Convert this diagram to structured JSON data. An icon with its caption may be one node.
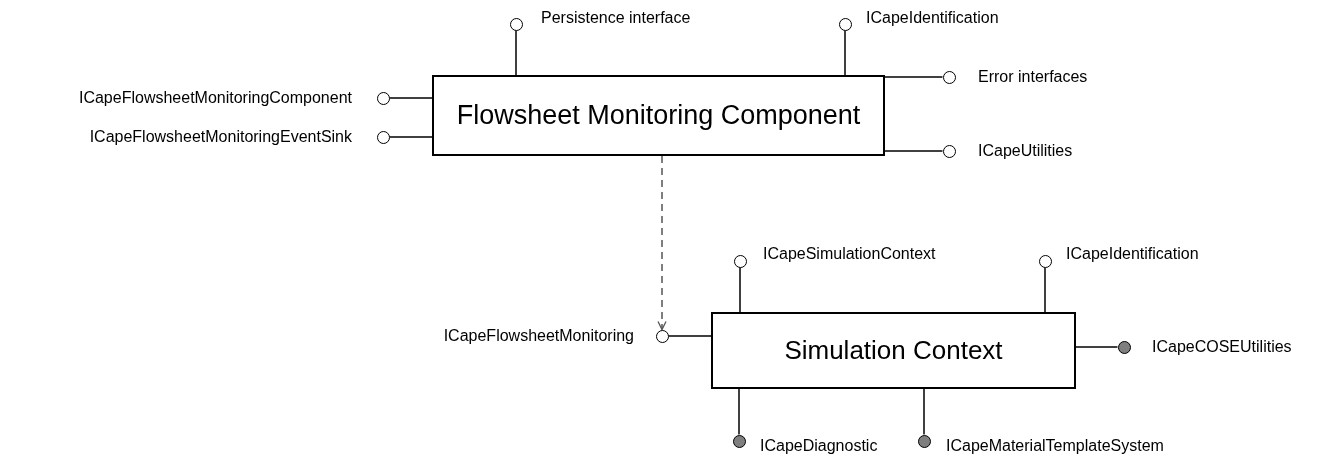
{
  "diagram": {
    "nodes": [
      {
        "text": [
          "Flowsheet Monitoring Component"
        ]
      },
      {
        "text": [],
        "shape": "circle",
        "beside": [
          "Persistence interface"
        ]
      },
      {
        "text": [],
        "shape": "circle",
        "beside": [
          "ICapeIdentification"
        ]
      },
      {
        "text": [],
        "shape": "circle",
        "beside": [
          "ICapeFlowsheetMonitoringComponent"
        ]
      },
      {
        "text": [],
        "shape": "circle",
        "beside": [
          "ICapeFlowsheetMonitoringEventSink"
        ]
      },
      {
        "text": [],
        "shape": "circle",
        "beside": [
          "Error interfaces"
        ]
      },
      {
        "text": [],
        "shape": "circle",
        "beside": [
          "ICapeUtilities"
        ]
      },
      {
        "text": [
          "Simulation Context"
        ]
      },
      {
        "text": [],
        "shape": "circle",
        "beside": [
          "ICapeSimulationContext"
        ]
      },
      {
        "text": [],
        "shape": "circle",
        "beside": [
          "ICapeIdentification"
        ]
      },
      {
        "text": [],
        "shape": "circle",
        "beside": [
          "ICapeFlowsheetMonitoring"
        ]
      },
      {
        "text": [],
        "shape": "dot",
        "beside": [
          "ICapeCOSEUtilities"
        ]
      },
      {
        "text": [],
        "shape": "dot",
        "beside": [
          "ICapeDiagnostic"
        ]
      },
      {
        "text": [],
        "shape": "dot",
        "beside": [
          "ICapeMaterialTemplateSystem"
        ]
      }
    ],
    "edges": [
      {
        "from": 0,
        "to": 1,
        "arrow": "none"
      },
      {
        "from": 0,
        "to": 2,
        "arrow": "none"
      },
      {
        "from": 0,
        "to": 3,
        "arrow": "none"
      },
      {
        "from": 0,
        "to": 4,
        "arrow": "none"
      },
      {
        "from": 0,
        "to": 5,
        "arrow": "none"
      },
      {
        "from": 0,
        "to": 6,
        "arrow": "none"
      },
      {
        "from": 0,
        "to": 10,
        "arrow": "to",
        "style": "dashed",
        "color": "#555555"
      },
      {
        "from": 7,
        "to": 8,
        "arrow": "none"
      },
      {
        "from": 7,
        "to": 9,
        "arrow": "none"
      },
      {
        "from": 7,
        "to": 10,
        "arrow": "none"
      },
      {
        "from": 7,
        "to": 11,
        "arrow": "none"
      },
      {
        "from": 7,
        "to": 12,
        "arrow": "none"
      },
      {
        "from": 7,
        "to": 13,
        "arrow": "none"
      }
    ]
  }
}
